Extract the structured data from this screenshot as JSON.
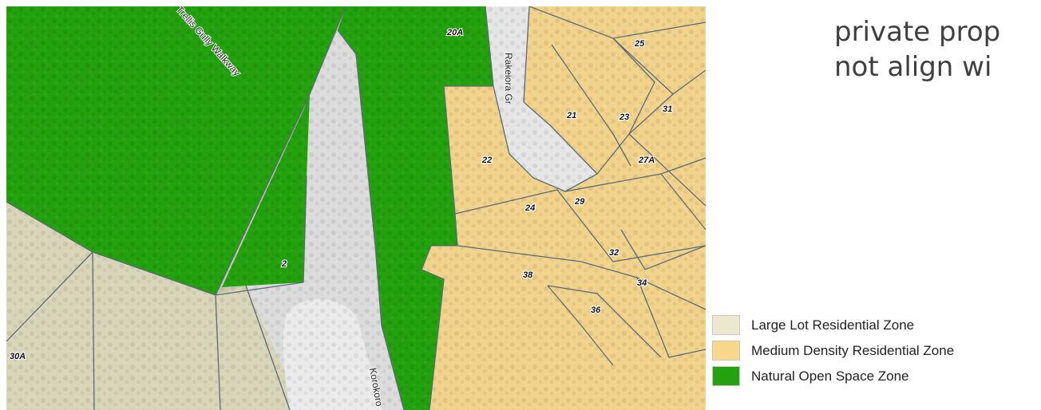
{
  "heading": {
    "line1": "private prop",
    "line2": "not align wi"
  },
  "map": {
    "streets": {
      "walkway": "Trellis Gully Walkway",
      "rakeiora": "Rakeiora Gr",
      "korokoro": "Korokoro"
    },
    "lots": [
      "20A",
      "25",
      "21",
      "23",
      "31",
      "22",
      "27A",
      "24",
      "29",
      "2",
      "32",
      "38",
      "34",
      "36",
      "30A"
    ]
  },
  "legend": {
    "items": [
      {
        "label": "Large Lot Residential Zone",
        "color": "#ece7cf"
      },
      {
        "label": "Medium Density Residential Zone",
        "color": "#f7d88a"
      },
      {
        "label": "Natural Open Space Zone",
        "color": "#23a10e"
      }
    ]
  },
  "colors": {
    "natural_open_space": "#23a10e",
    "medium_density": "#f7d88a",
    "large_lot": "#ece7cf",
    "road": "#dcdcdc",
    "boundary": "#5a6a78"
  }
}
